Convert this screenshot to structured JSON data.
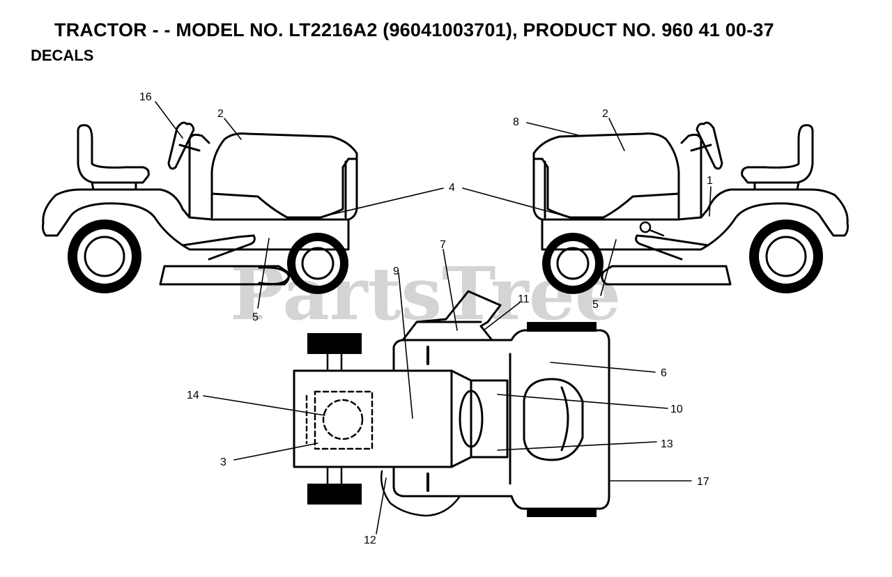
{
  "header": {
    "title": "TRACTOR - - MODEL NO. LT2216A2 (96041003701), PRODUCT NO. 960 41 00-37",
    "subtitle": "DECALS"
  },
  "watermark": "PartsTree",
  "callouts": {
    "c1": "1",
    "c2a": "2",
    "c2b": "2",
    "c3": "3",
    "c4": "4",
    "c5a": "5",
    "c5b": "5",
    "c6": "6",
    "c7": "7",
    "c8": "8",
    "c9": "9",
    "c10": "10",
    "c11": "11",
    "c12": "12",
    "c13": "13",
    "c14": "14",
    "c16": "16",
    "c17": "17"
  },
  "colors": {
    "line": "#000000",
    "watermark": "#d4d4d4",
    "background": "#ffffff"
  }
}
